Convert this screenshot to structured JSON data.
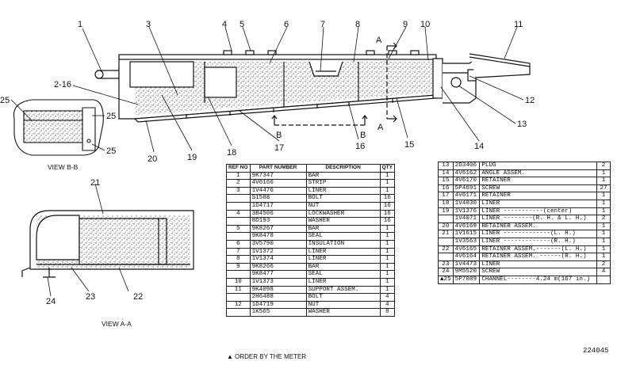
{
  "callouts": {
    "c1": "1",
    "c2_16": "2-16",
    "c3": "3",
    "c4": "4",
    "c5": "5",
    "c6": "6",
    "c7": "7",
    "c8": "8",
    "c9": "9",
    "c10": "10",
    "c11": "11",
    "c12": "12",
    "c13": "13",
    "c14": "14",
    "c15": "15",
    "c16": "16",
    "c17": "17",
    "c18": "18",
    "c19": "19",
    "c20": "20",
    "c21": "21",
    "c22": "22",
    "c23": "23",
    "c24": "24",
    "c25a": "25",
    "c25b": "25",
    "c25c": "25",
    "secA1": "A",
    "secA2": "A",
    "secB1": "B",
    "secB2": "B"
  },
  "views": {
    "view_bb": "VIEW B-B",
    "view_aa": "VIEW A-A"
  },
  "left_table": {
    "headers": {
      "ref": "REF NO",
      "part": "PART NUMBER",
      "desc": "DESCRIPTION",
      "qty": "QTY"
    },
    "rows": [
      {
        "ref": "1",
        "part": "9K7347",
        "desc": "BAR",
        "qty": "1"
      },
      {
        "ref": "2",
        "part": "4V6166",
        "desc": "STRIP",
        "qty": "1"
      },
      {
        "ref": "3",
        "part": "1V4476",
        "desc": "LINER",
        "qty": "1"
      },
      {
        "ref": "",
        "part": "S1588",
        "desc": "BOLT",
        "qty": "16"
      },
      {
        "ref": "",
        "part": "1D4717",
        "desc": "NUT",
        "qty": "16"
      },
      {
        "ref": "4",
        "part": "3B4506",
        "desc": "LOCKWASHER",
        "qty": "16"
      },
      {
        "ref": "",
        "part": "8D193",
        "desc": "WASHER",
        "qty": "16"
      },
      {
        "ref": "5",
        "part": "9K8267",
        "desc": "BAR",
        "qty": "1"
      },
      {
        "ref": "",
        "part": "9K8478",
        "desc": "SEAL",
        "qty": "1"
      },
      {
        "ref": "6",
        "part": "3V5790",
        "desc": "INSULATION",
        "qty": "1"
      },
      {
        "ref": "7",
        "part": "1V1372",
        "desc": "LINER",
        "qty": "1"
      },
      {
        "ref": "8",
        "part": "1V1374",
        "desc": "LINER",
        "qty": "1"
      },
      {
        "ref": "9",
        "part": "9K8266",
        "desc": "BAR",
        "qty": "1"
      },
      {
        "ref": "",
        "part": "9K8477",
        "desc": "SEAL",
        "qty": "1"
      },
      {
        "ref": "10",
        "part": "1V1373",
        "desc": "LINER",
        "qty": "1"
      },
      {
        "ref": "11",
        "part": "9K4098",
        "desc": "SUPPORT ASSEM.",
        "qty": "1"
      },
      {
        "ref": "",
        "part": "2H6488",
        "desc": "BOLT",
        "qty": "4"
      },
      {
        "ref": "12",
        "part": "1D4719",
        "desc": "NUT",
        "qty": "4"
      },
      {
        "ref": "",
        "part": "1K565",
        "desc": "WASHER",
        "qty": "8"
      }
    ]
  },
  "right_table": {
    "rows": [
      {
        "ref": "13",
        "part": "2D3406",
        "desc": "PLUG",
        "qty": "2"
      },
      {
        "ref": "14",
        "part": "4V6162",
        "desc": "ANGLE ASSEM.",
        "qty": "1"
      },
      {
        "ref": "15",
        "part": "4V6170",
        "desc": "RETAINER",
        "qty": "1"
      },
      {
        "ref": "16",
        "part": "5P4691",
        "desc": "SCREW",
        "qty": "27"
      },
      {
        "ref": "17",
        "part": "4V6171",
        "desc": "RETAINER",
        "qty": "1"
      },
      {
        "ref": "18",
        "part": "1V4030",
        "desc": "LINER",
        "qty": "1"
      },
      {
        "ref": "19",
        "part": "1V1376",
        "desc": "LINER -----------(center)",
        "qty": "1"
      },
      {
        "ref": "",
        "part": "1V4071",
        "desc": "LINER --------(R. H. & L. H.)",
        "qty": "2"
      },
      {
        "ref": "20",
        "part": "4V6169",
        "desc": "RETAINER ASSEM.",
        "qty": "1"
      },
      {
        "ref": "21",
        "part": "1V1615",
        "desc": "LINER -------------(L. H.)",
        "qty": "1"
      },
      {
        "ref": "",
        "part": "1V3563",
        "desc": "LINER -------------(R. H.)",
        "qty": "1"
      },
      {
        "ref": "22",
        "part": "4V6165",
        "desc": "RETAINER ASSEM.-------(L. H.)",
        "qty": "1"
      },
      {
        "ref": "",
        "part": "4V6164",
        "desc": "RETAINER ASSEM. ------(R. H.)",
        "qty": "1"
      },
      {
        "ref": "23",
        "part": "1V4473",
        "desc": "LINER",
        "qty": "2"
      },
      {
        "ref": "24",
        "part": "9M5520",
        "desc": "SCREW",
        "qty": "4"
      },
      {
        "ref": "▲25",
        "part": "5P7089",
        "desc": "CHANNEL--------4.24 m(167 in.)",
        "qty": ""
      }
    ]
  },
  "footnote": "▲ ORDER BY THE METER",
  "drawing_number": "224045"
}
